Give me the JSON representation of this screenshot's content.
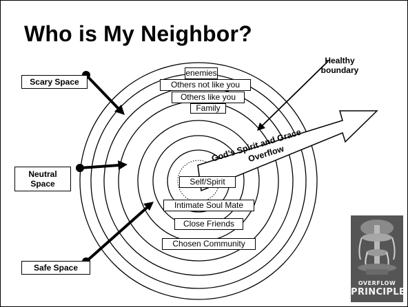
{
  "slide": {
    "title": "Who is My Neighbor?"
  },
  "space_labels": {
    "scary": "Scary Space",
    "neutral_line1": "Neutral",
    "neutral_line2": "Space",
    "safe": "Safe Space"
  },
  "boundary_label": {
    "line1": "Healthy",
    "line2": "boundary"
  },
  "arrow_text": {
    "line1": "God’s Spirit and Grace",
    "line2": "Overflow"
  },
  "rings": {
    "outer": [
      "enemies",
      "Others not like you",
      "Others like you",
      "Family"
    ],
    "inner": [
      "Self/Spirit",
      "Intimate Soul Mate",
      "Close Friends",
      "Chosen Community"
    ]
  },
  "logo": {
    "line1": "OVERFLOW",
    "line2": "PRINCIPLE"
  }
}
